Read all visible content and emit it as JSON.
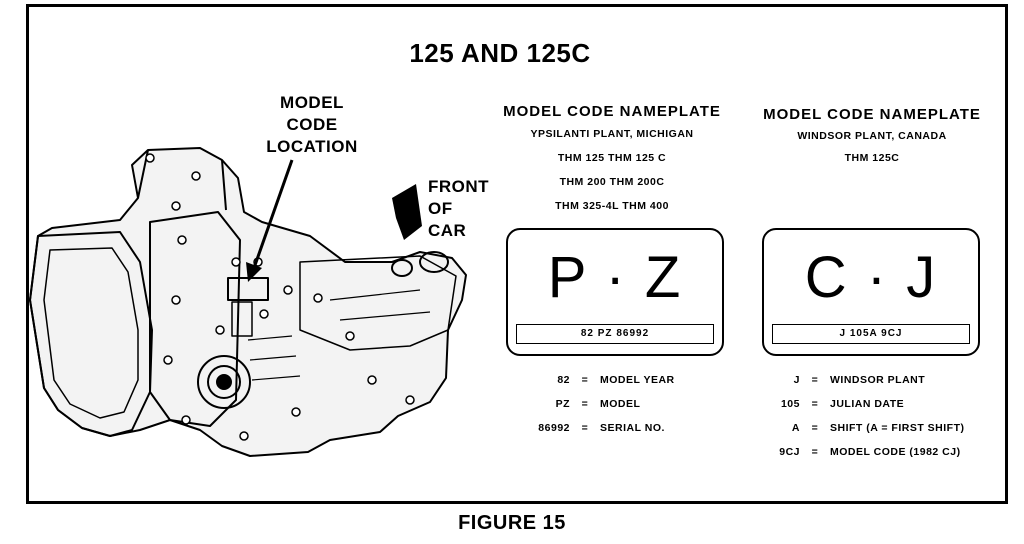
{
  "figure": {
    "title": "125 AND 125C",
    "caption": "FIGURE 15"
  },
  "callouts": {
    "model_code_location": [
      "MODEL",
      "CODE",
      "LOCATION"
    ],
    "front_of_car": [
      "FRONT",
      "OF",
      "CAR"
    ]
  },
  "nameplates": [
    {
      "heading": "MODEL CODE NAMEPLATE",
      "plant": "YPSILANTI PLANT, MICHIGAN",
      "models": [
        "THM 125   THM 125 C",
        "THM 200   THM 200C",
        "THM 325-4L   THM 400"
      ],
      "plate_letters": "P · Z",
      "plate_code": "82 PZ    86992",
      "legend": [
        {
          "key": "82",
          "value": "MODEL YEAR"
        },
        {
          "key": "PZ",
          "value": "MODEL"
        },
        {
          "key": "86992",
          "value": "SERIAL NO."
        }
      ]
    },
    {
      "heading": "MODEL CODE NAMEPLATE",
      "plant": "WINDSOR PLANT, CANADA",
      "models": [
        "THM 125C"
      ],
      "plate_letters": "C · J",
      "plate_code": "J 105A    9CJ",
      "legend": [
        {
          "key": "J",
          "value": "WINDSOR PLANT"
        },
        {
          "key": "105",
          "value": "JULIAN DATE"
        },
        {
          "key": "A",
          "value": "SHIFT (A = FIRST SHIFT)"
        },
        {
          "key": "9CJ",
          "value": "MODEL CODE (1982 CJ)"
        }
      ]
    }
  ],
  "icons": {
    "transmission": "transmission-drawing-icon",
    "front_arrow": "front-arrow-icon",
    "location_arrow": "pointer-arrow-icon"
  }
}
